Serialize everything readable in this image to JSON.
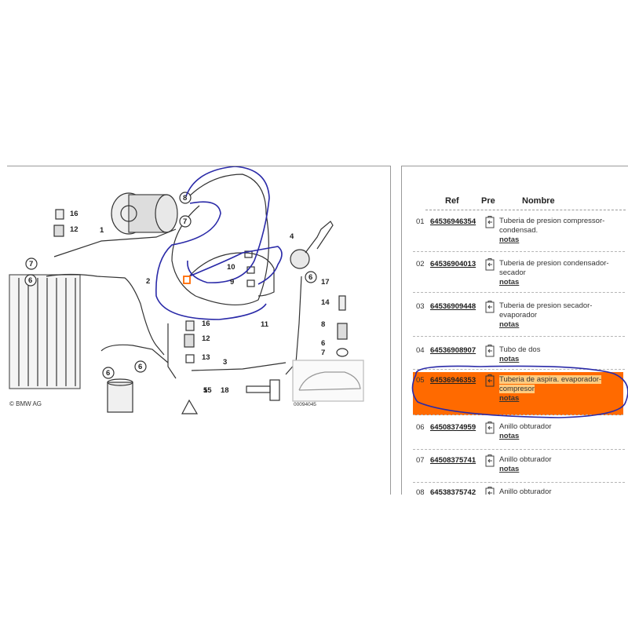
{
  "diagram": {
    "copyright": "© BMW AG",
    "image_code": "00094045",
    "callouts": [
      "1",
      "2",
      "3",
      "4",
      "5",
      "6",
      "6",
      "6",
      "6",
      "7",
      "7",
      "8",
      "9",
      "10",
      "11",
      "12",
      "12",
      "13",
      "14",
      "15",
      "16",
      "16",
      "17",
      "18",
      "6",
      "7",
      "8"
    ]
  },
  "parts_table": {
    "headers": {
      "ref": "Ref",
      "pre": "Pre",
      "name": "Nombre"
    },
    "rows": [
      {
        "num": "01",
        "ref": "64536946354",
        "name": "Tuberia de presion compressor-condensad.",
        "notes": "notas",
        "highlighted": false
      },
      {
        "num": "02",
        "ref": "64536904013",
        "name": "Tuberia de presion condensador-secador",
        "notes": "notas",
        "highlighted": false
      },
      {
        "num": "03",
        "ref": "64536909448",
        "name": "Tuberia de presion secador-evaporador",
        "notes": "notas",
        "highlighted": false
      },
      {
        "num": "04",
        "ref": "64536908907",
        "name": "Tubo de dos",
        "notes": "notas",
        "highlighted": false
      },
      {
        "num": "05",
        "ref": "64536946353",
        "name": "Tuberia de aspira. evaporador-compresor",
        "notes": "notas",
        "highlighted": true
      },
      {
        "num": "06",
        "ref": "64508374959",
        "name": "Anillo obturador",
        "notes": "notas",
        "highlighted": false
      },
      {
        "num": "07",
        "ref": "64508375741",
        "name": "Anillo obturador",
        "notes": "notas",
        "highlighted": false
      },
      {
        "num": "08",
        "ref": "64538375742",
        "name": "Anillo obturador",
        "notes": "",
        "highlighted": false
      }
    ]
  },
  "colors": {
    "highlight": "#ff6a00",
    "annotation": "#2a2aa8",
    "line": "#333333"
  }
}
